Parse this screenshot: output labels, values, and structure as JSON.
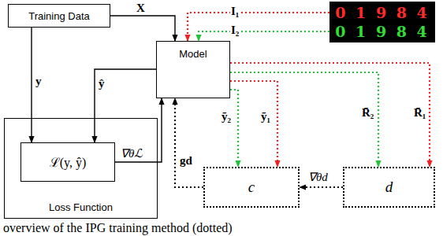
{
  "diagram": {
    "caption": "overview of the IPG training method (dotted)",
    "nodes": [
      {
        "text": [
          "Training Data"
        ]
      },
      {
        "text": [
          "Model"
        ]
      },
      {
        "text": [
          "0 1 9 8 4"
        ]
      },
      {
        "text": [
          "0 1 9 8 4"
        ]
      },
      {
        "text": [
          "Loss Function"
        ]
      },
      {
        "text": [
          "ℒ(y, ŷ)"
        ],
        "in": 4
      },
      {
        "text": [
          "c"
        ]
      },
      {
        "text": [
          "d"
        ]
      }
    ],
    "edges": [
      {
        "from": 0,
        "to": 1,
        "arrow": "to",
        "label": "X"
      },
      {
        "from": 0,
        "to": 5,
        "arrow": "to",
        "label": "y"
      },
      {
        "from": 1,
        "to": 5,
        "arrow": "to",
        "label": "ŷ"
      },
      {
        "from": 5,
        "to": 1,
        "arrow": "to",
        "label": "∇θℒ"
      },
      {
        "from": 2,
        "to": 1,
        "arrow": "to",
        "label": "I₁"
      },
      {
        "from": 3,
        "to": 1,
        "arrow": "to",
        "label": "I₂"
      },
      {
        "from": 1,
        "to": 7,
        "arrow": "to",
        "label": "R̄₁"
      },
      {
        "from": 1,
        "to": 7,
        "arrow": "to",
        "label": "R̄₂"
      },
      {
        "from": 1,
        "to": 6,
        "arrow": "to",
        "label": "ỹ₁"
      },
      {
        "from": 1,
        "to": 6,
        "arrow": "to",
        "label": "ỹ₂"
      },
      {
        "from": 7,
        "to": 6,
        "arrow": "to",
        "label": "∇θd"
      },
      {
        "from": 6,
        "to": 1,
        "arrow": "to",
        "label": "gd"
      }
    ]
  }
}
